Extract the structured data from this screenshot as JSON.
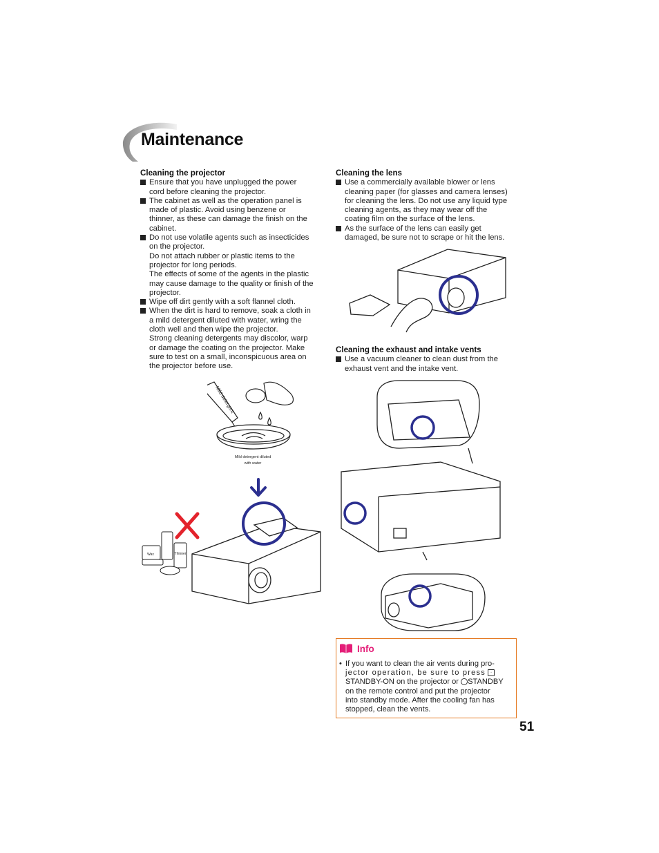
{
  "page": {
    "title": "Maintenance",
    "number": "51"
  },
  "cleaning_projector": {
    "heading": "Cleaning the projector",
    "items": [
      [
        "Ensure that you have unplugged the power",
        "cord before cleaning the projector."
      ],
      [
        "The cabinet as well as the operation panel is",
        "made of plastic. Avoid using benzene or",
        "thinner, as these can damage the finish on the",
        "cabinet."
      ],
      [
        "Do not use volatile agents such as insecticides",
        "on the projector.",
        "Do not attach rubber or plastic items to the",
        "projector for long periods.",
        "The effects of some of the agents in the plastic",
        "may cause damage to the quality or finish of the",
        "projector."
      ],
      [
        "Wipe off dirt gently with a soft flannel cloth."
      ],
      [
        "When the dirt is hard to remove, soak a cloth in",
        "a mild detergent diluted with water, wring the",
        "cloth well and then wipe the projector.",
        "Strong cleaning detergents may discolor, warp",
        "or damage the coating on the projector. Make",
        "sure to test on a small, inconspicuous area on",
        "the projector before use."
      ]
    ]
  },
  "cleaning_lens": {
    "heading": "Cleaning the lens",
    "items": [
      [
        "Use a commercially available blower or lens",
        "cleaning paper (for glasses and camera lenses)",
        "for cleaning the lens. Do not use any liquid type",
        "cleaning agents, as they may wear off the",
        "coating film on the surface of the lens."
      ],
      [
        "As the surface of the lens can easily get",
        "damaged, be sure not to scrape or hit the lens."
      ]
    ]
  },
  "cleaning_vents": {
    "heading": "Cleaning the exhaust and intake vents",
    "items": [
      [
        "Use a vacuum cleaner to clean dust from the",
        "exhaust vent and the intake vent."
      ]
    ]
  },
  "illustrations": {
    "tube_label": "Mild detergent",
    "bowl_label_1": "Mild detergent diluted",
    "bowl_label_2": "with water",
    "wax_label": "Wax",
    "thinner_label": "Thinner"
  },
  "info": {
    "label": "Info",
    "bullet": "•",
    "line1": "If you want to clean the air vents during pro-",
    "line2": "jector operation, be sure to press",
    "line3a": "STANDBY-ON on the projector or",
    "line3b": "STANDBY",
    "line4": "on the remote control and put the projector",
    "line5": "into standby mode. After the cooling fan has",
    "line6": "stopped, clean the vents."
  },
  "colors": {
    "accent_orange": "#e57a22",
    "info_pink": "#e41e78",
    "highlight_circle": "#2b2f8f",
    "cross_red": "#e3232c"
  }
}
